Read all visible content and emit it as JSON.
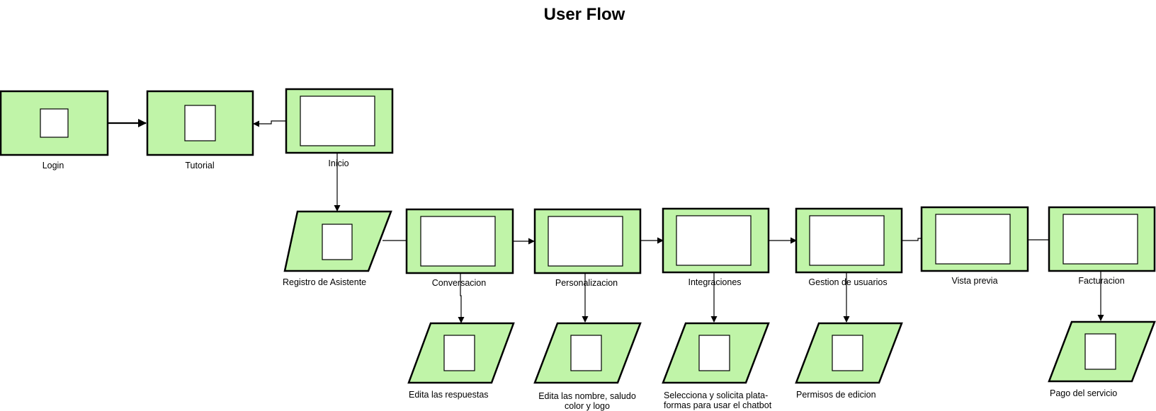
{
  "title": "User Flow",
  "colors": {
    "node_fill": "#c0f4a8",
    "stroke": "#000000",
    "inner_fill": "#ffffff"
  },
  "nodes": {
    "login": "Login",
    "tutorial": "Tutorial",
    "inicio": "Inicio",
    "registro": "Registro de Asistente",
    "conversacion": "Conversacion",
    "personalizacion": "Personalizacion",
    "integraciones": "Integraciones",
    "gestion": "Gestion de usuarios",
    "vista_previa": "Vista previa",
    "facturacion": "Facturacion",
    "edita_respuestas": "Edita las respuestas",
    "edita_nombre_1": "Edita las nombre, saludo",
    "edita_nombre_2": "color y logo",
    "selecciona_1": "Selecciona y solicita plata-",
    "selecciona_2": "formas para usar el chatbot",
    "permisos": "Permisos de edicion",
    "pago": "Pago del servicio"
  }
}
